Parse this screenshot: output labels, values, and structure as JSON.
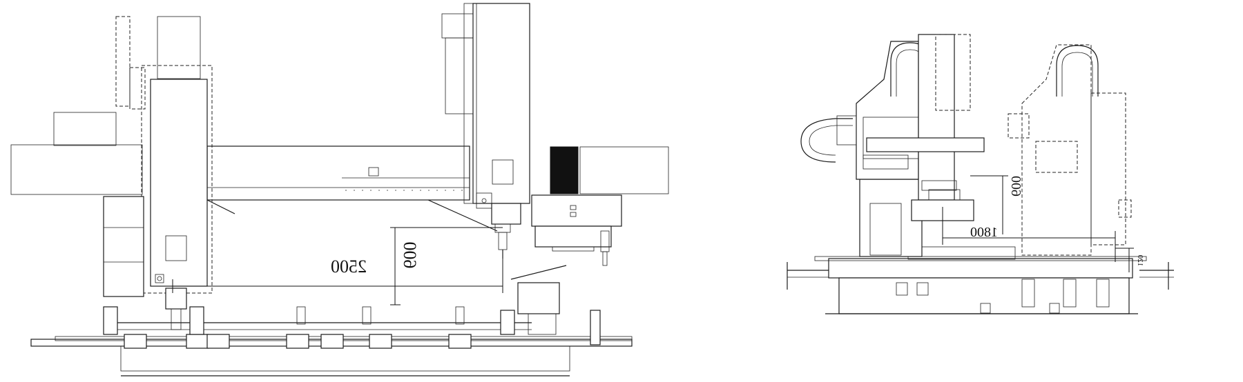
{
  "drawing": {
    "left_view": {
      "dimensions": [
        {
          "label": "2500"
        },
        {
          "label": "600"
        }
      ]
    },
    "right_view": {
      "dimensions": [
        {
          "label": "1800"
        },
        {
          "label": "600"
        },
        {
          "label": "120"
        }
      ]
    }
  },
  "colors": {
    "line": "#1a1a1a",
    "background": "#ffffff"
  }
}
